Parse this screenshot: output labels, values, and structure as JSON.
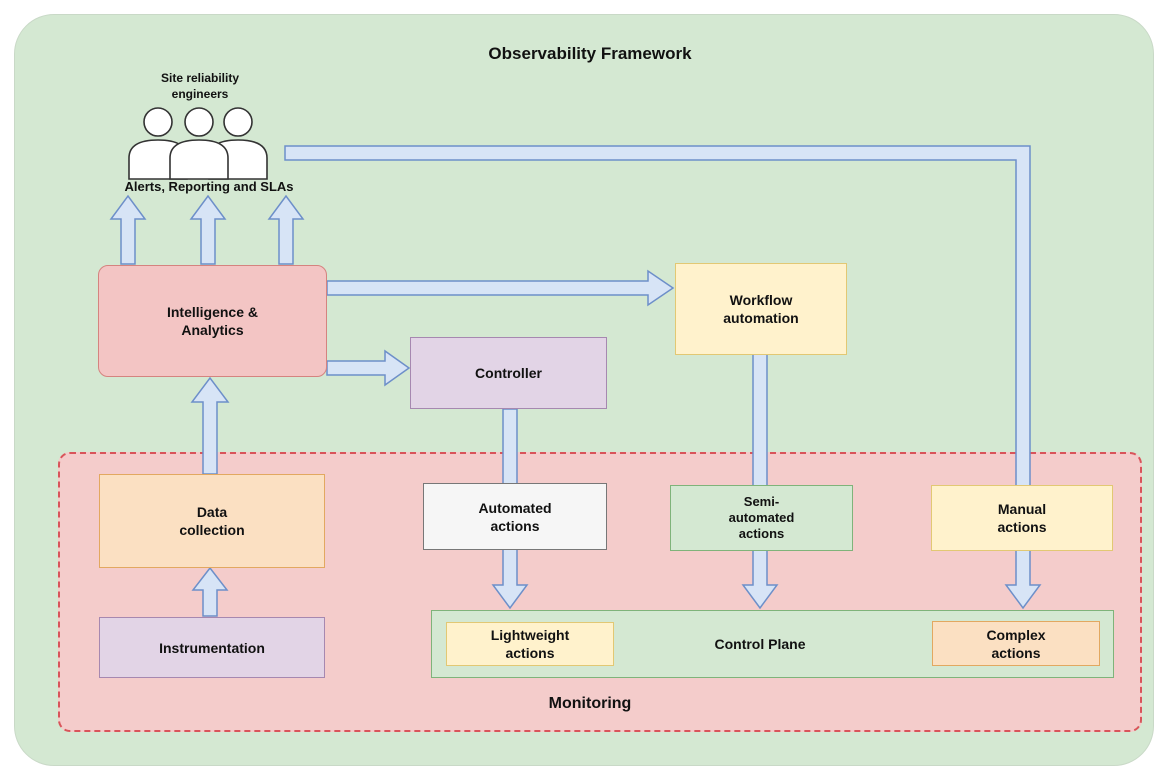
{
  "title": "Observability Framework",
  "users": {
    "label": "Site reliability\nengineers",
    "caption": "Alerts, Reporting and SLAs"
  },
  "nodes": {
    "intelligence": "Intelligence &\nAnalytics",
    "workflow": "Workflow\nautomation",
    "controller": "Controller",
    "data_collection": "Data\ncollection",
    "instrumentation": "Instrumentation",
    "automated": "Automated\nactions",
    "semi_automated": "Semi-\nautomated\nactions",
    "manual": "Manual\nactions",
    "lightweight": "Lightweight\nactions",
    "complex": "Complex\nactions"
  },
  "control_plane": "Control Plane",
  "monitoring": "Monitoring",
  "colors": {
    "outer_bg": "#d4e8d2",
    "monitoring_bg": "#f4cccb",
    "monitoring_border": "#d9545a",
    "red_box": "#f3c5c4",
    "purple_box": "#e2d4e6",
    "yellow_box": "#fff2cc",
    "orange_box": "#fbe0c2",
    "white_box": "#f6f6f6",
    "green_box": "#d4e8d2",
    "arrow_fill": "#d7e4f6",
    "arrow_stroke": "#6d8fc9"
  }
}
